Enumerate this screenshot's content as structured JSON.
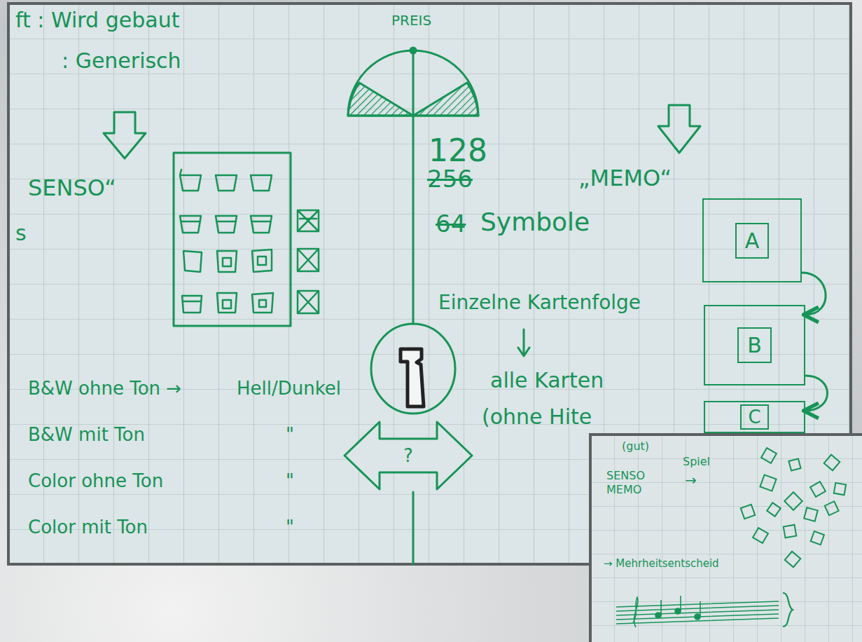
{
  "diagram": {
    "nodes": [
      {
        "text": [
          "A"
        ]
      },
      {
        "text": [
          "B"
        ]
      },
      {
        "text": [
          "C"
        ]
      },
      {
        "text": [
          "?"
        ]
      }
    ],
    "edges": [
      {
        "from": 0,
        "to": 1,
        "arrow": "to"
      },
      {
        "from": 1,
        "to": 2,
        "arrow": "to"
      }
    ],
    "labels": [
      "ft : Wird gebaut",
      ": Generisch",
      "PREIS",
      "128",
      "256",
      "„MEMO“",
      "SENSO“",
      "s",
      "64",
      "Symbole",
      "Einzelne Kartenfolge",
      "alle Karten",
      "(ohne Hite",
      "B&W ohne Ton →",
      "Hell/Dunkel",
      "B&W mit Ton",
      "\"",
      "Color ohne Ton",
      "\"",
      "Color mit Ton",
      "\"",
      "(gut)",
      "Spiel",
      "SENSO",
      "MEMO",
      "→",
      "→ Mehrheitsentscheid"
    ]
  }
}
